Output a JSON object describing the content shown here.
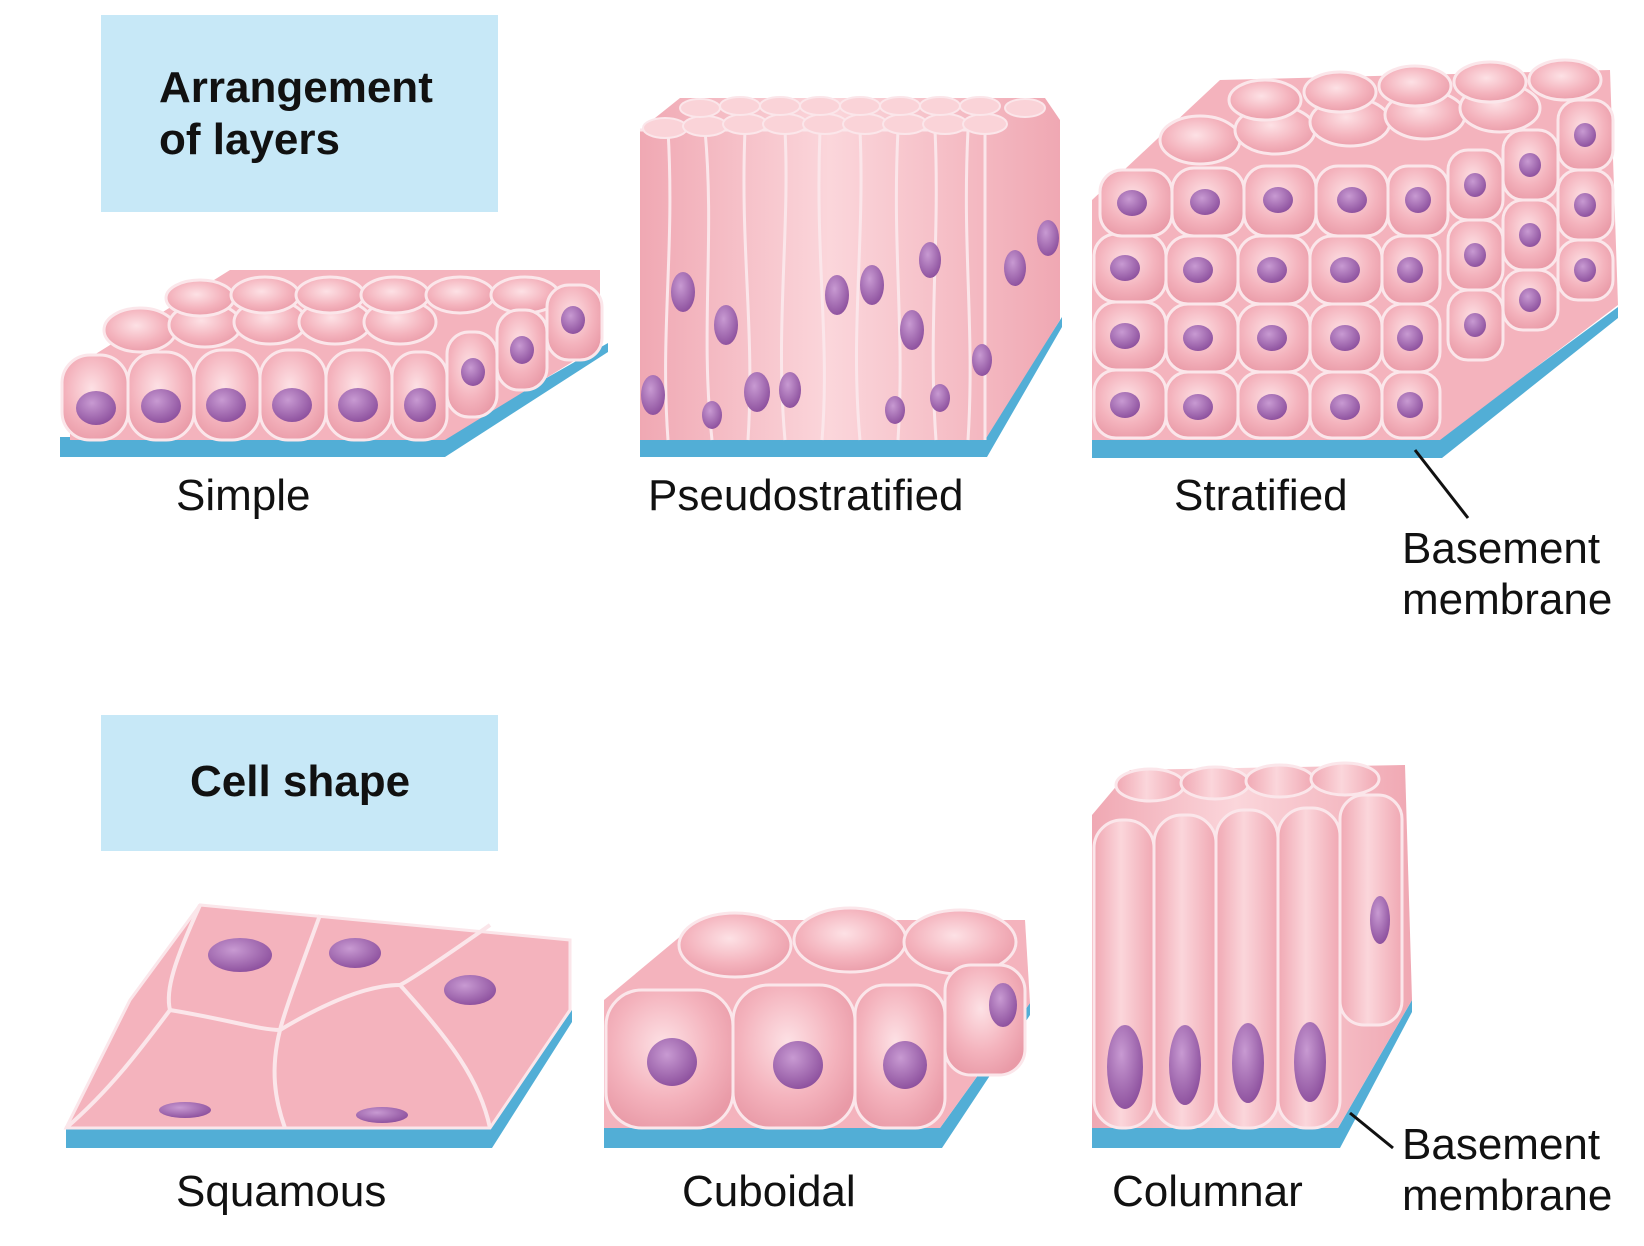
{
  "sections": {
    "arrangement": {
      "title_line1": "Arrangement",
      "title_line2": "of layers"
    },
    "shape": {
      "title": "Cell shape"
    }
  },
  "labels": {
    "simple": "Simple",
    "pseudostratified": "Pseudostratified",
    "stratified": "Stratified",
    "squamous": "Squamous",
    "cuboidal": "Cuboidal",
    "columnar": "Columnar",
    "basement_top_line1": "Basement",
    "basement_top_line2": "membrane",
    "basement_bottom_line1": "Basement",
    "basement_bottom_line2": "membrane"
  },
  "colors": {
    "panel_bg": "#c7e8f7",
    "cell_fill": "#f4b3bd",
    "cell_light": "#fad3d8",
    "cell_edge": "#fbe6ea",
    "nucleus": "#9a5aa8",
    "basement": "#52aed6"
  }
}
